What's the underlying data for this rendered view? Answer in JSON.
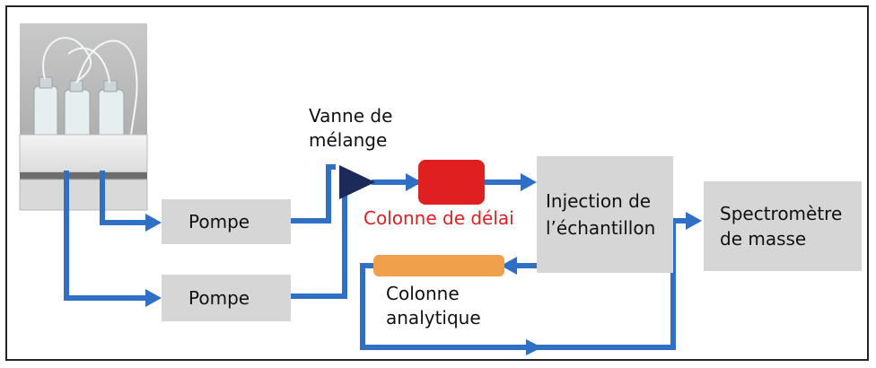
{
  "nodes": {
    "pump_1": "Pompe",
    "pump_2": "Pompe",
    "mixing_valve": [
      "Vanne de",
      "mélange"
    ],
    "delay_column": "Colonne de délai",
    "sample_injection": [
      "Injection de",
      "l’échantillon"
    ],
    "mass_spectrometer": [
      "Spectromètre",
      "de masse"
    ],
    "analytical_column": [
      "Colonne",
      "analytique"
    ]
  },
  "colors": {
    "pipe": "#2f6fc4",
    "delay_column": "#e02020",
    "delay_label": "#e02020",
    "analytical_column": "#f0a04a",
    "box": "#d6d6d6",
    "valve": "#1c2a5a"
  }
}
